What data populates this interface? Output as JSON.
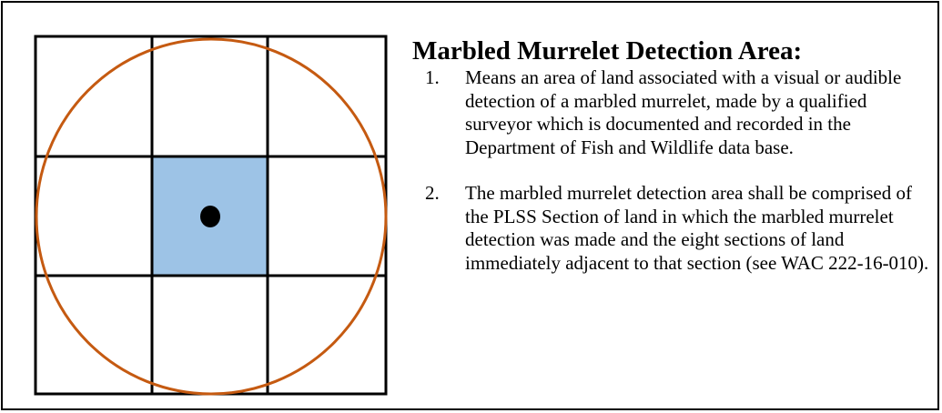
{
  "title": "Marbled Murrelet Detection Area:",
  "items": [
    {
      "number": "1.",
      "text": "Means an area of land associated with a visual or audible detection of a marbled murrelet, made by a qualified surveyor which is documented and recorded in the Department of Fish and Wildlife data base."
    },
    {
      "number": "2.",
      "text": "The marbled murrelet detection area shall be comprised of the PLSS Section of land in which the marbled murrelet detection was made and the eight sections of land immediately adjacent to that section (see WAC 222-16-010)."
    }
  ],
  "diagram": {
    "grid_rows": 3,
    "grid_columns": 3,
    "highlighted_cell": {
      "row": 2,
      "column": 2
    },
    "colors": {
      "highlight_fill": "#9dc3e6",
      "circle_stroke": "#c55a11",
      "grid_stroke": "#000000",
      "marker_fill": "#000000"
    }
  }
}
